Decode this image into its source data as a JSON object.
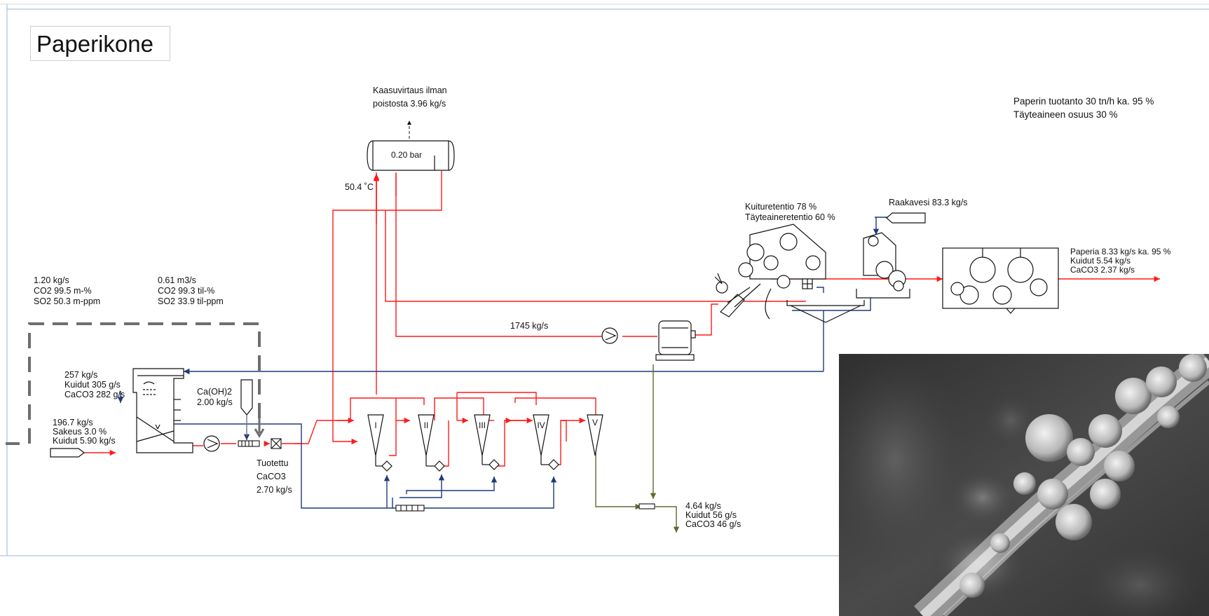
{
  "title": "Paperikone",
  "vent": {
    "line1": "Kaasuvirtaus ilman",
    "line2": "poistosta 3.96 kg/s"
  },
  "tank": {
    "pressure": "0.20 bar",
    "temperature": "50.4 ˚C"
  },
  "production": {
    "line1": "Paperin tuotanto 30 tn/h ka. 95 %",
    "line2": "Täyteaineen osuus 30 %"
  },
  "retention": {
    "fiber": "Kuituretentio  78 %",
    "filler": "Täyteaineretentio 60 %"
  },
  "raw_water": "Raakavesi 83.3 kg/s",
  "paper_out": {
    "line1": "Paperia 8.33 kg/s ka. 95 %",
    "line2": "Kuidut 5.54 kg/s",
    "line3": "CaCO3 2.37 kg/s"
  },
  "gas_in": {
    "line1": "1.20 kg/s",
    "line2": "CO2 99.5 m-%",
    "line3": "SO2 50.3 m-ppm"
  },
  "gas_out": {
    "line1": "0.61 m3/s",
    "line2": "CO2 99.3 til-%",
    "line3": "SO2 33.9 til-ppm"
  },
  "flow_1745": "1745 kg/s",
  "reactor_out": {
    "line1": "257 kg/s",
    "line2": "Kuidut 305 g/s",
    "line3": "CaCO3 282 g/s"
  },
  "caoh": {
    "line1": "Ca(OH)2",
    "line2": "2.00 kg/s"
  },
  "feed": {
    "line1": "196.7 kg/s",
    "line2": "Sakeus 3.0 %",
    "line3": "Kuidut 5.90 kg/s"
  },
  "produced": {
    "line1": "Tuotettu",
    "line2": "CaCO3",
    "line3": "2.70 kg/s"
  },
  "reject": {
    "line1": "4.64 kg/s",
    "line2": "Kuidut 56 g/s",
    "line3": "CaCO3 46 g/s"
  },
  "cleaners": [
    "I",
    "II",
    "III",
    "IV",
    "V"
  ],
  "colors": {
    "red_line": "#ff1a1a",
    "blue_line": "#1f3a7a",
    "olive_line": "#5b6b2e",
    "equipment": "#111111",
    "dashed_boundary": "#6e6e6e"
  }
}
